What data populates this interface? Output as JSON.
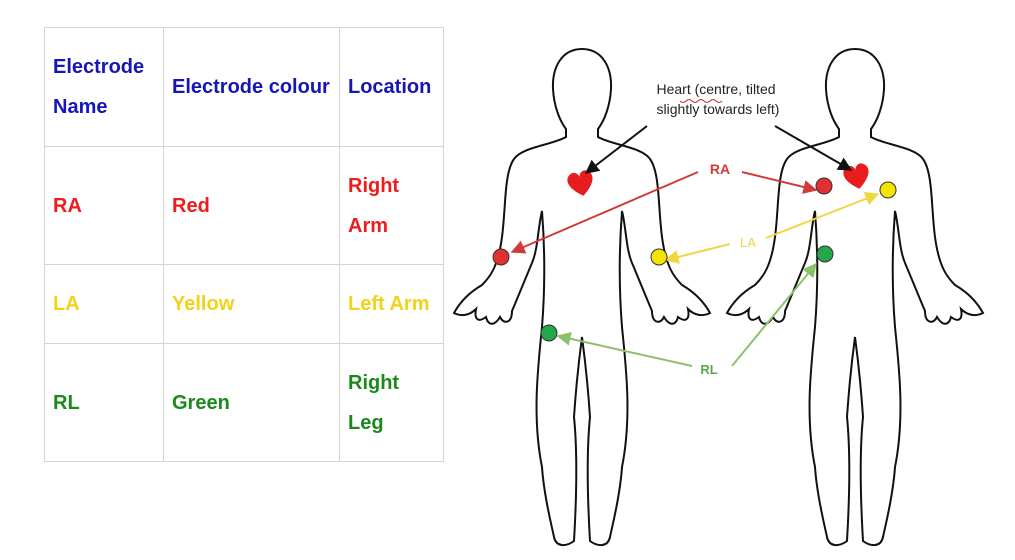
{
  "table": {
    "headers": [
      "Electrode Name",
      "Electrode colour",
      "Location"
    ],
    "rows": [
      {
        "name": "RA",
        "colour": "Red",
        "location": "Right Arm"
      },
      {
        "name": "LA",
        "colour": "Yellow",
        "location": "Left Arm"
      },
      {
        "name": "RL",
        "colour": "Green",
        "location": "Right Leg"
      }
    ]
  },
  "diagram": {
    "heart_note_line1": "Heart (centre, tilted",
    "heart_note_line2": "slightly towards left)",
    "label_ra": "RA",
    "label_la": "LA",
    "label_rl": "RL"
  },
  "colors": {
    "header_text": "#1515b8",
    "red": "#ee1c1c",
    "yellow": "#f2d21a",
    "green": "#1a8a1a",
    "electrode_red": "#e03030",
    "electrode_yellow": "#f5e400",
    "electrode_green": "#22a84a",
    "arrow_red": "#d13a3a",
    "arrow_yellow": "#f0d640",
    "arrow_green": "#8cc06a"
  }
}
